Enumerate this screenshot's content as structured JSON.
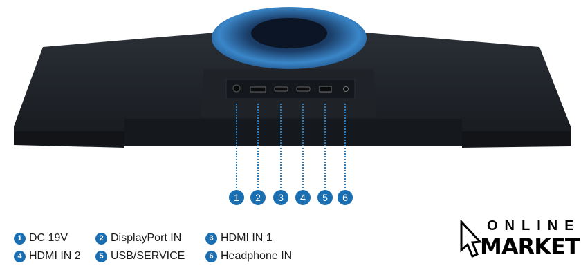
{
  "ports": [
    {
      "number": "1",
      "label": "DC 19V"
    },
    {
      "number": "2",
      "label": "DisplayPort IN"
    },
    {
      "number": "3",
      "label": "HDMI IN 1"
    },
    {
      "number": "4",
      "label": "HDMI IN 2"
    },
    {
      "number": "5",
      "label": "USB/SERVICE"
    },
    {
      "number": "6",
      "label": "Headphone IN"
    }
  ],
  "logo": {
    "line1": "ONLINE",
    "line2": "MARKET"
  },
  "colors": {
    "accent": "#1a6fb3",
    "body": "#1e2227",
    "stand": "#2a6fb0"
  }
}
